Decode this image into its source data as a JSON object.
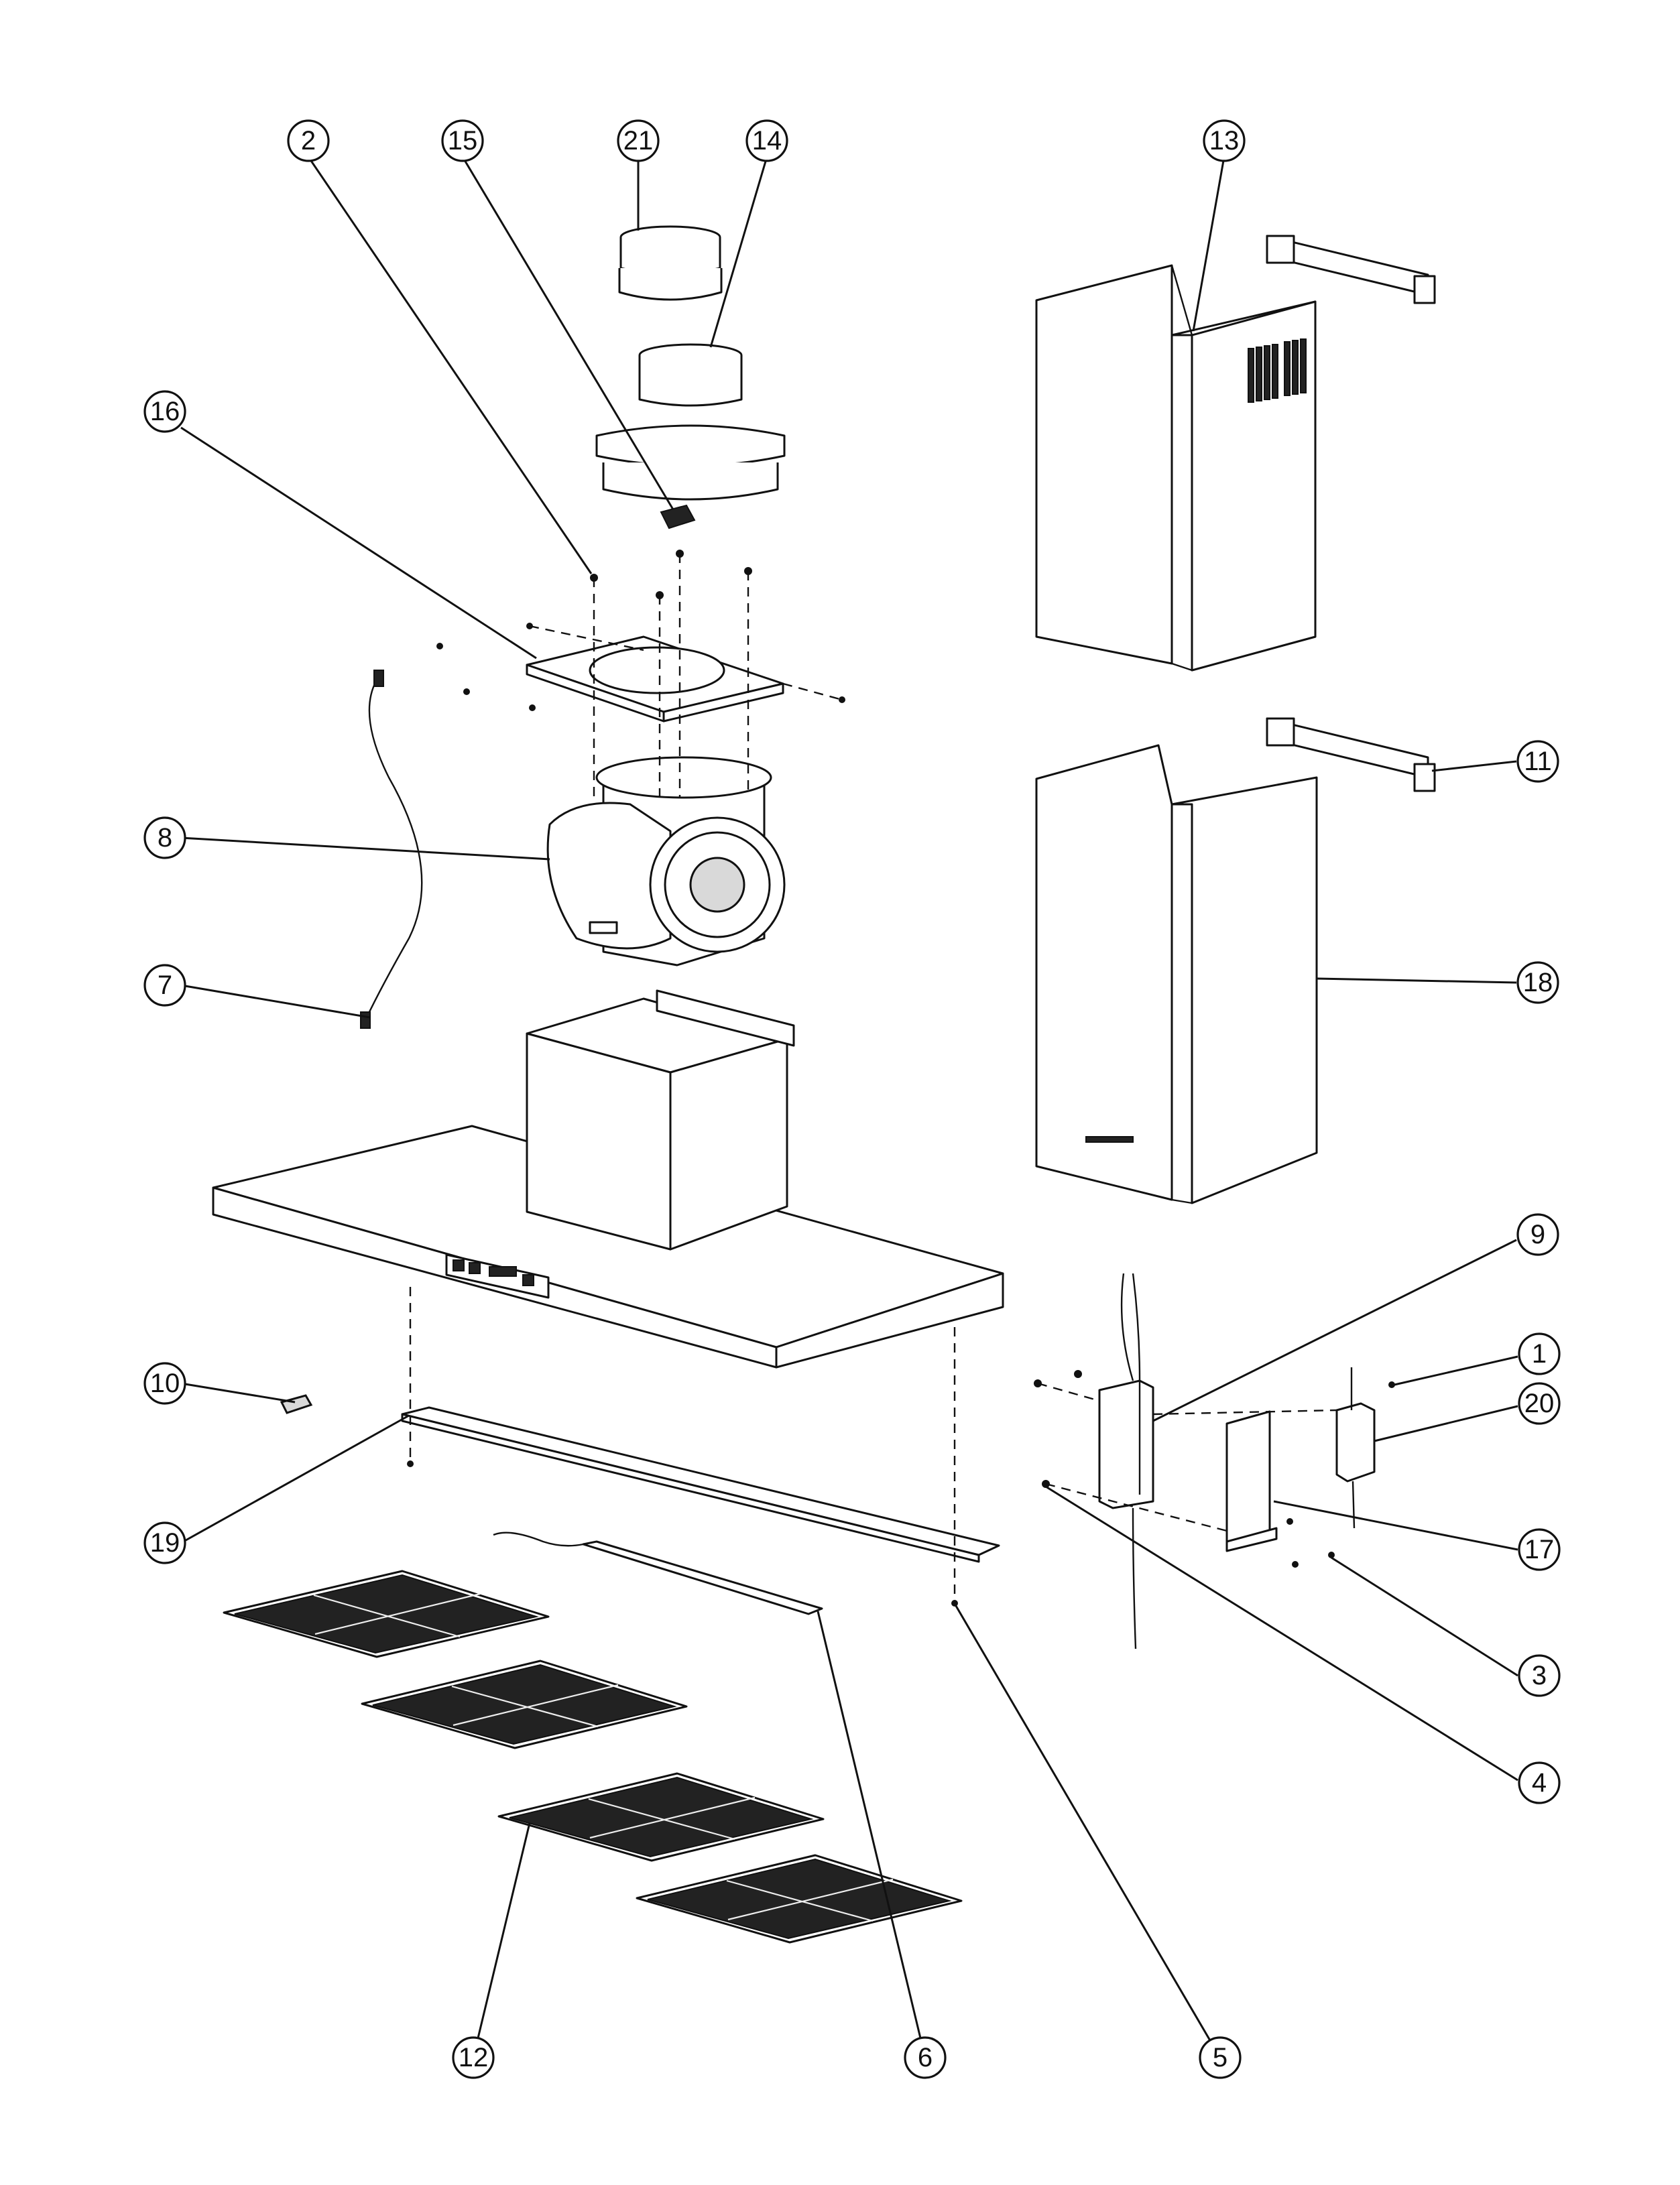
{
  "callouts": [
    {
      "id": "1",
      "label": "1"
    },
    {
      "id": "2",
      "label": "2"
    },
    {
      "id": "3",
      "label": "3"
    },
    {
      "id": "4",
      "label": "4"
    },
    {
      "id": "5",
      "label": "5"
    },
    {
      "id": "6",
      "label": "6"
    },
    {
      "id": "7",
      "label": "7"
    },
    {
      "id": "8",
      "label": "8"
    },
    {
      "id": "9",
      "label": "9"
    },
    {
      "id": "10",
      "label": "10"
    },
    {
      "id": "11",
      "label": "11"
    },
    {
      "id": "12",
      "label": "12"
    },
    {
      "id": "13",
      "label": "13"
    },
    {
      "id": "14",
      "label": "14"
    },
    {
      "id": "15",
      "label": "15"
    },
    {
      "id": "16",
      "label": "16"
    },
    {
      "id": "17",
      "label": "17"
    },
    {
      "id": "18",
      "label": "18"
    },
    {
      "id": "19",
      "label": "19"
    },
    {
      "id": "20",
      "label": "20"
    },
    {
      "id": "21",
      "label": "21"
    }
  ]
}
